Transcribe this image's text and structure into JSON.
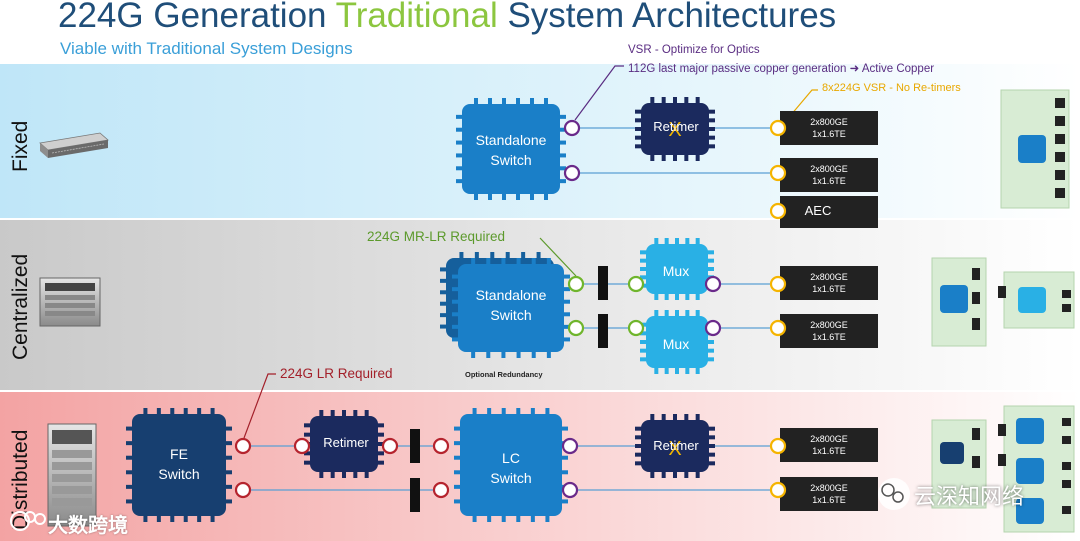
{
  "header": {
    "title_part1": "224G Generation ",
    "title_accent": "Traditional",
    "title_part2": " System Architectures",
    "subtitle": "Viable with Traditional System Designs"
  },
  "bands": {
    "fixed": "Fixed",
    "centralized": "Centralized",
    "distributed": "Distributed"
  },
  "annotations": {
    "vsr_optics": "VSR - Optimize for Optics",
    "copper_before": "112G last major passive copper generation",
    "copper_after": "Active Copper",
    "no_retimers": "8x224G VSR - No Re-timers",
    "mr_lr": "224G MR-LR Required",
    "lr": "224G LR Required",
    "optional_redundancy": "Optional Redundancy"
  },
  "chips": {
    "standalone_line1": "Standalone",
    "standalone_line2": "Switch",
    "retimer": "Retimer",
    "mux": "Mux",
    "fe_line1": "FE",
    "fe_line2": "Switch",
    "lc_line1": "LC",
    "lc_line2": "Switch",
    "crossed_mark": "X"
  },
  "modules": {
    "line1": "2x800GE",
    "line2": "1x1.6TE",
    "aec": "AEC"
  },
  "watermarks": {
    "left": "大数跨境",
    "right": "云深知网络"
  },
  "colors": {
    "chip_dark": "#173f70",
    "chip_blue": "#1a7fc8",
    "chip_light": "#29b0e5",
    "retimer": "#1b2a5e",
    "module": "#222222",
    "port_purple": "#6a2a8a",
    "port_yellow": "#f5b400",
    "port_green": "#6fb52c",
    "port_red": "#b5242e",
    "accent_yellow": "#f0b400"
  }
}
